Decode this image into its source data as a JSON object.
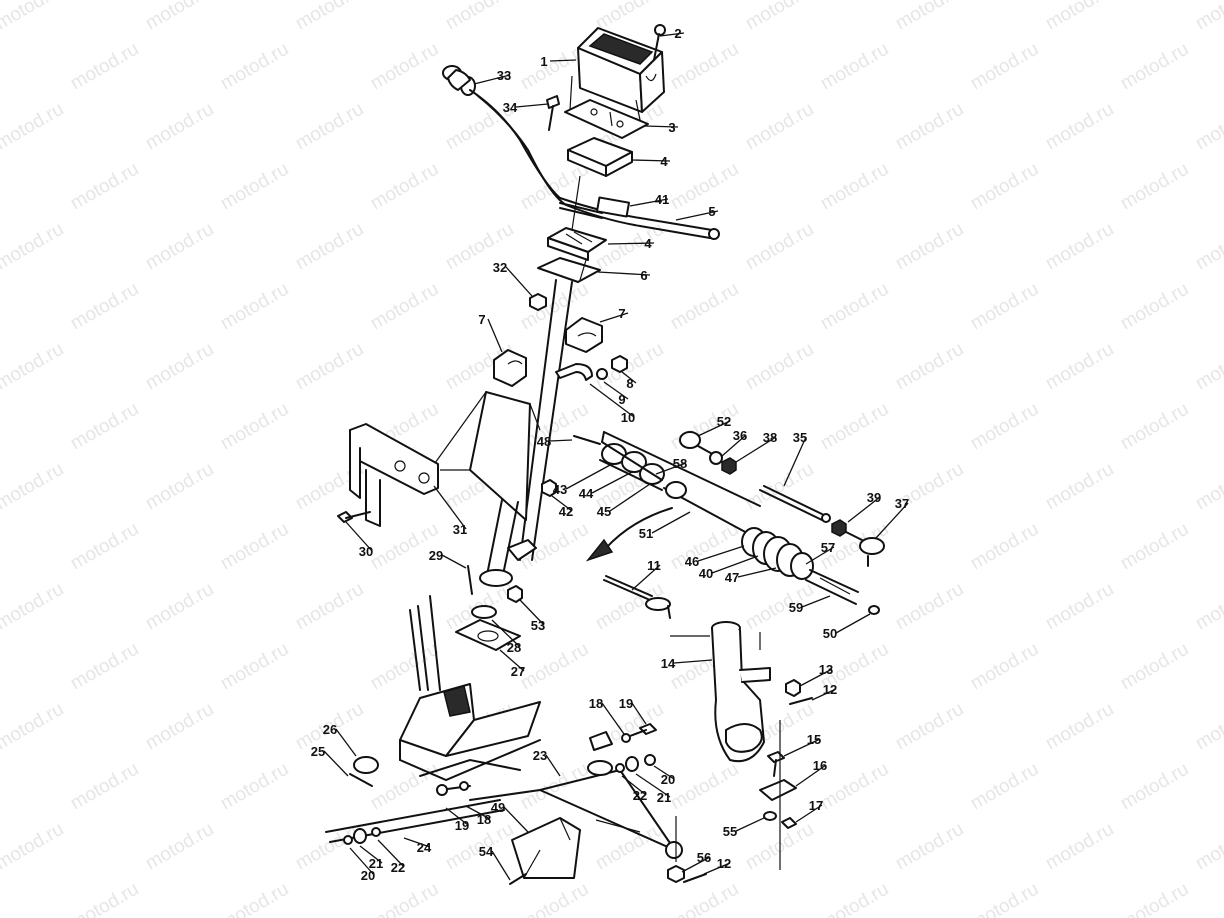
{
  "watermark": {
    "text": "motod.ru",
    "color": "#e6e6e6"
  },
  "callouts": [
    {
      "id": "c1",
      "text": "1"
    },
    {
      "id": "c2",
      "text": "2"
    },
    {
      "id": "c3",
      "text": "3"
    },
    {
      "id": "c4a",
      "text": "4"
    },
    {
      "id": "c4b",
      "text": "4"
    },
    {
      "id": "c5",
      "text": "5"
    },
    {
      "id": "c6",
      "text": "6"
    },
    {
      "id": "c7a",
      "text": "7"
    },
    {
      "id": "c7b",
      "text": "7"
    },
    {
      "id": "c8",
      "text": "8"
    },
    {
      "id": "c9",
      "text": "9"
    },
    {
      "id": "c10",
      "text": "10"
    },
    {
      "id": "c11",
      "text": "11"
    },
    {
      "id": "c12a",
      "text": "12"
    },
    {
      "id": "c12b",
      "text": "12"
    },
    {
      "id": "c13",
      "text": "13"
    },
    {
      "id": "c14",
      "text": "14"
    },
    {
      "id": "c15",
      "text": "15"
    },
    {
      "id": "c16",
      "text": "16"
    },
    {
      "id": "c17",
      "text": "17"
    },
    {
      "id": "c18a",
      "text": "18"
    },
    {
      "id": "c18b",
      "text": "18"
    },
    {
      "id": "c19a",
      "text": "19"
    },
    {
      "id": "c19b",
      "text": "19"
    },
    {
      "id": "c20a",
      "text": "20"
    },
    {
      "id": "c20b",
      "text": "20"
    },
    {
      "id": "c21a",
      "text": "21"
    },
    {
      "id": "c21b",
      "text": "21"
    },
    {
      "id": "c22a",
      "text": "22"
    },
    {
      "id": "c22b",
      "text": "22"
    },
    {
      "id": "c23",
      "text": "23"
    },
    {
      "id": "c24",
      "text": "24"
    },
    {
      "id": "c25",
      "text": "25"
    },
    {
      "id": "c26",
      "text": "26"
    },
    {
      "id": "c27",
      "text": "27"
    },
    {
      "id": "c28",
      "text": "28"
    },
    {
      "id": "c29",
      "text": "29"
    },
    {
      "id": "c30",
      "text": "30"
    },
    {
      "id": "c31",
      "text": "31"
    },
    {
      "id": "c32",
      "text": "32"
    },
    {
      "id": "c33",
      "text": "33"
    },
    {
      "id": "c34",
      "text": "34"
    },
    {
      "id": "c35",
      "text": "35"
    },
    {
      "id": "c36",
      "text": "36"
    },
    {
      "id": "c37",
      "text": "37"
    },
    {
      "id": "c38",
      "text": "38"
    },
    {
      "id": "c39",
      "text": "39"
    },
    {
      "id": "c40",
      "text": "40"
    },
    {
      "id": "c41",
      "text": "41"
    },
    {
      "id": "c42",
      "text": "42"
    },
    {
      "id": "c43",
      "text": "43"
    },
    {
      "id": "c44",
      "text": "44"
    },
    {
      "id": "c45",
      "text": "45"
    },
    {
      "id": "c46",
      "text": "46"
    },
    {
      "id": "c47",
      "text": "47"
    },
    {
      "id": "c48",
      "text": "48"
    },
    {
      "id": "c49",
      "text": "49"
    },
    {
      "id": "c50",
      "text": "50"
    },
    {
      "id": "c51",
      "text": "51"
    },
    {
      "id": "c52",
      "text": "52"
    },
    {
      "id": "c53",
      "text": "53"
    },
    {
      "id": "c54",
      "text": "54"
    },
    {
      "id": "c55",
      "text": "55"
    },
    {
      "id": "c56",
      "text": "56"
    },
    {
      "id": "c57",
      "text": "57"
    },
    {
      "id": "c58",
      "text": "58"
    },
    {
      "id": "c59",
      "text": "59"
    }
  ]
}
